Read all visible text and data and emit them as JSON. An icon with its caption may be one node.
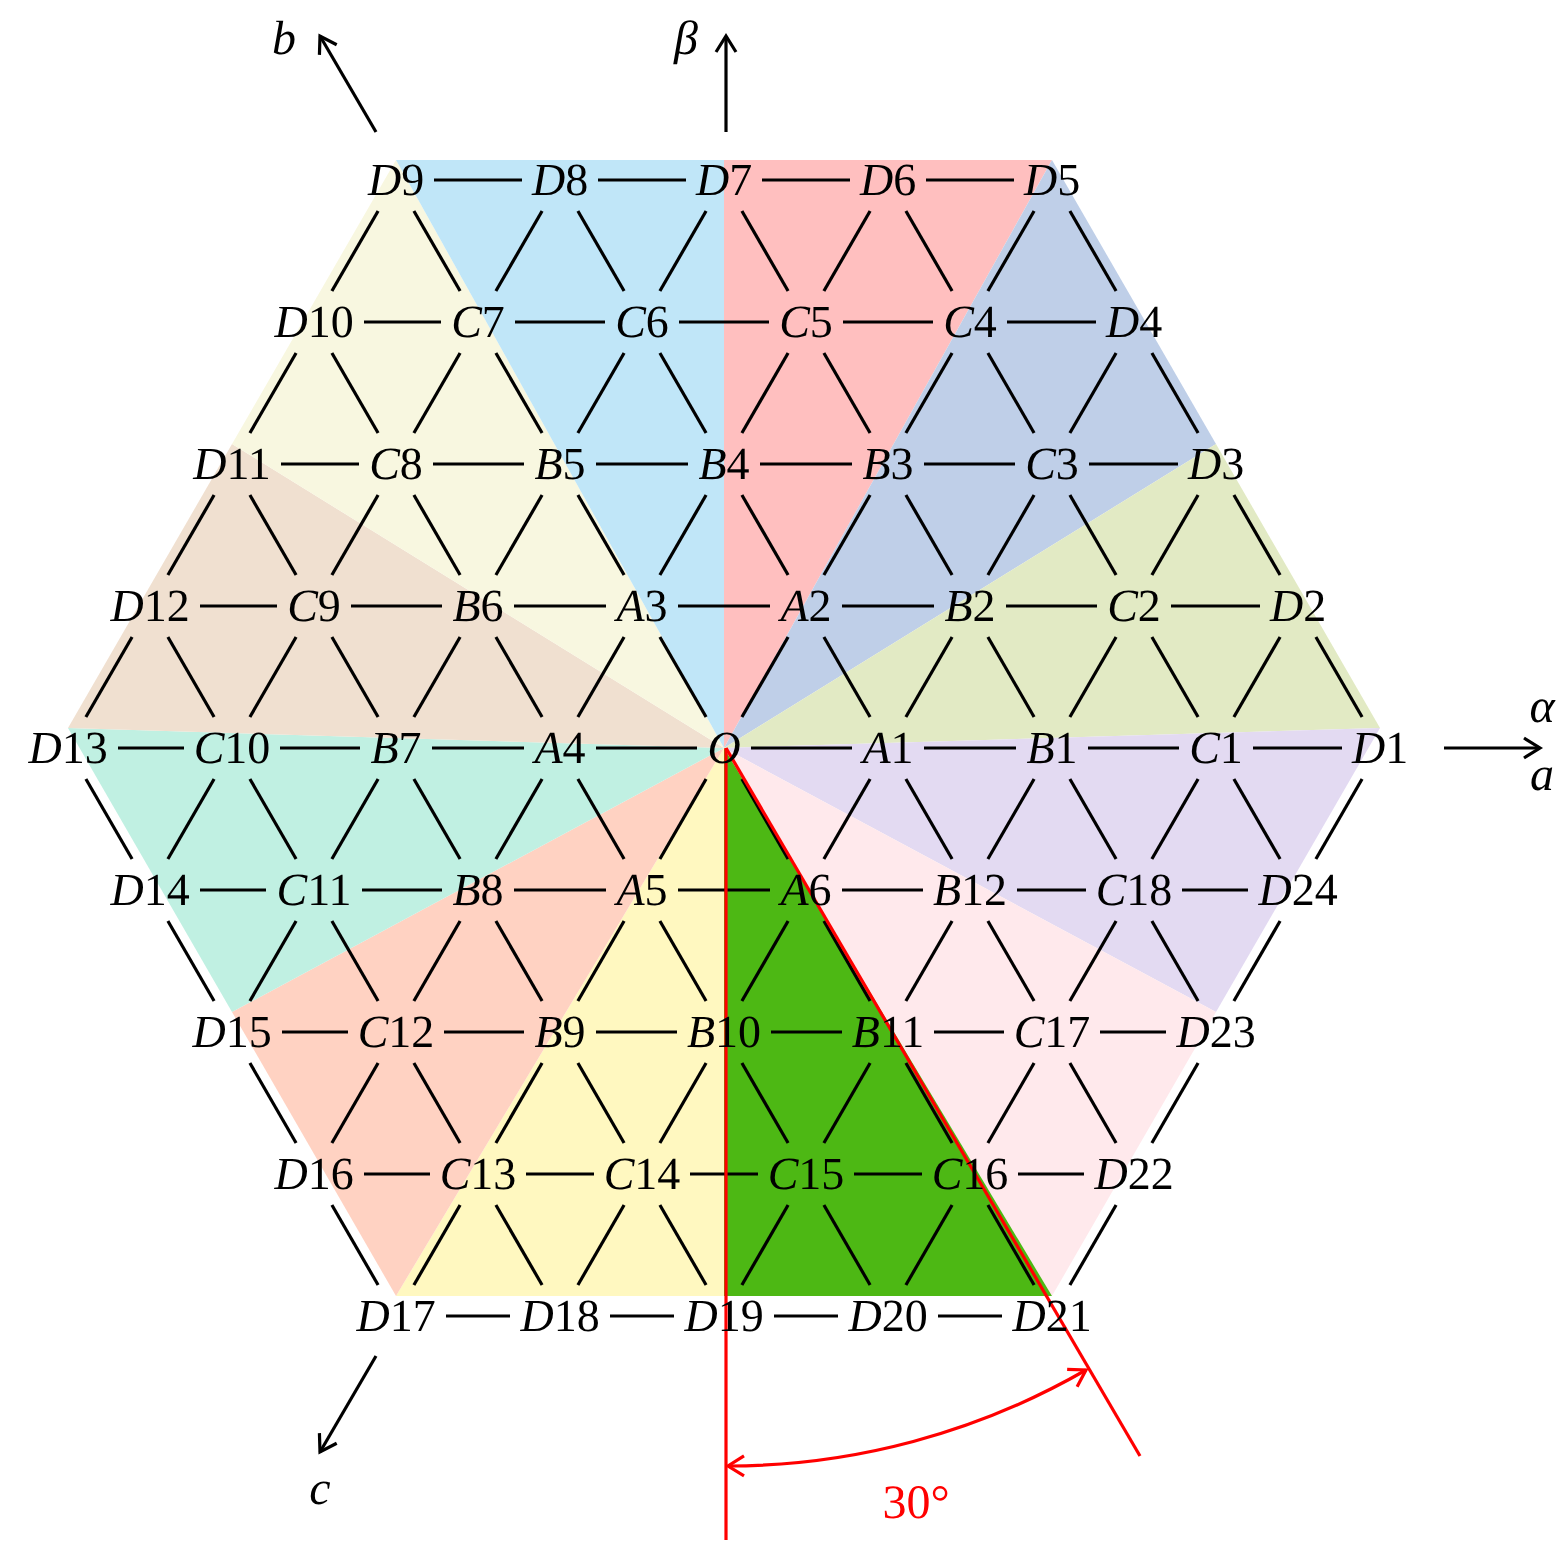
{
  "diagram": {
    "nodes": [
      {
        "text": [
          "D9"
        ]
      },
      {
        "text": [
          "D8"
        ]
      },
      {
        "text": [
          "D7"
        ]
      },
      {
        "text": [
          "D6"
        ]
      },
      {
        "text": [
          "D5"
        ]
      },
      {
        "text": [
          "D10"
        ]
      },
      {
        "text": [
          "C7"
        ]
      },
      {
        "text": [
          "C6"
        ]
      },
      {
        "text": [
          "C5"
        ]
      },
      {
        "text": [
          "C4"
        ]
      },
      {
        "text": [
          "D4"
        ]
      },
      {
        "text": [
          "D11"
        ]
      },
      {
        "text": [
          "C8"
        ]
      },
      {
        "text": [
          "B5"
        ]
      },
      {
        "text": [
          "B4"
        ]
      },
      {
        "text": [
          "B3"
        ]
      },
      {
        "text": [
          "C3"
        ]
      },
      {
        "text": [
          "D3"
        ]
      },
      {
        "text": [
          "D12"
        ]
      },
      {
        "text": [
          "C9"
        ]
      },
      {
        "text": [
          "B6"
        ]
      },
      {
        "text": [
          "A3"
        ]
      },
      {
        "text": [
          "A2"
        ]
      },
      {
        "text": [
          "B2"
        ]
      },
      {
        "text": [
          "C2"
        ]
      },
      {
        "text": [
          "D2"
        ]
      },
      {
        "text": [
          "D13"
        ]
      },
      {
        "text": [
          "C10"
        ]
      },
      {
        "text": [
          "B7"
        ]
      },
      {
        "text": [
          "A4"
        ]
      },
      {
        "text": [
          "O"
        ]
      },
      {
        "text": [
          "A1"
        ]
      },
      {
        "text": [
          "B1"
        ]
      },
      {
        "text": [
          "C1"
        ]
      },
      {
        "text": [
          "D1"
        ]
      },
      {
        "text": [
          "D14"
        ]
      },
      {
        "text": [
          "C11"
        ]
      },
      {
        "text": [
          "B8"
        ]
      },
      {
        "text": [
          "A5"
        ]
      },
      {
        "text": [
          "A6"
        ]
      },
      {
        "text": [
          "B12"
        ]
      },
      {
        "text": [
          "C18"
        ]
      },
      {
        "text": [
          "D24"
        ]
      },
      {
        "text": [
          "D15"
        ]
      },
      {
        "text": [
          "C12"
        ]
      },
      {
        "text": [
          "B9"
        ]
      },
      {
        "text": [
          "B10"
        ]
      },
      {
        "text": [
          "B11"
        ]
      },
      {
        "text": [
          "C17"
        ]
      },
      {
        "text": [
          "D23"
        ]
      },
      {
        "text": [
          "D16"
        ]
      },
      {
        "text": [
          "C13"
        ]
      },
      {
        "text": [
          "C14"
        ]
      },
      {
        "text": [
          "C15"
        ]
      },
      {
        "text": [
          "C16"
        ]
      },
      {
        "text": [
          "D22"
        ]
      },
      {
        "text": [
          "D17"
        ]
      },
      {
        "text": [
          "D18"
        ]
      },
      {
        "text": [
          "D19"
        ]
      },
      {
        "text": [
          "D20"
        ]
      },
      {
        "text": [
          "D21"
        ]
      }
    ],
    "edges": [
      {
        "from": 0,
        "to": 1,
        "arrow": "none"
      },
      {
        "from": 1,
        "to": 2,
        "arrow": "none"
      },
      {
        "from": 2,
        "to": 3,
        "arrow": "none"
      },
      {
        "from": 3,
        "to": 4,
        "arrow": "none"
      },
      {
        "from": 0,
        "to": 5,
        "arrow": "none"
      },
      {
        "from": 0,
        "to": 6,
        "arrow": "none"
      },
      {
        "from": 1,
        "to": 6,
        "arrow": "none"
      },
      {
        "from": 1,
        "to": 7,
        "arrow": "none"
      },
      {
        "from": 2,
        "to": 7,
        "arrow": "none"
      },
      {
        "from": 2,
        "to": 8,
        "arrow": "none"
      },
      {
        "from": 3,
        "to": 8,
        "arrow": "none"
      },
      {
        "from": 3,
        "to": 9,
        "arrow": "none"
      },
      {
        "from": 4,
        "to": 9,
        "arrow": "none"
      },
      {
        "from": 4,
        "to": 10,
        "arrow": "none"
      },
      {
        "from": 5,
        "to": 6,
        "arrow": "none"
      },
      {
        "from": 6,
        "to": 7,
        "arrow": "none"
      },
      {
        "from": 7,
        "to": 8,
        "arrow": "none"
      },
      {
        "from": 8,
        "to": 9,
        "arrow": "none"
      },
      {
        "from": 9,
        "to": 10,
        "arrow": "none"
      },
      {
        "from": 5,
        "to": 11,
        "arrow": "none"
      },
      {
        "from": 5,
        "to": 12,
        "arrow": "none"
      },
      {
        "from": 6,
        "to": 12,
        "arrow": "none"
      },
      {
        "from": 6,
        "to": 13,
        "arrow": "none"
      },
      {
        "from": 7,
        "to": 13,
        "arrow": "none"
      },
      {
        "from": 7,
        "to": 14,
        "arrow": "none"
      },
      {
        "from": 8,
        "to": 14,
        "arrow": "none"
      },
      {
        "from": 8,
        "to": 15,
        "arrow": "none"
      },
      {
        "from": 9,
        "to": 15,
        "arrow": "none"
      },
      {
        "from": 9,
        "to": 16,
        "arrow": "none"
      },
      {
        "from": 10,
        "to": 16,
        "arrow": "none"
      },
      {
        "from": 10,
        "to": 17,
        "arrow": "none"
      },
      {
        "from": 11,
        "to": 12,
        "arrow": "none"
      },
      {
        "from": 12,
        "to": 13,
        "arrow": "none"
      },
      {
        "from": 13,
        "to": 14,
        "arrow": "none"
      },
      {
        "from": 14,
        "to": 15,
        "arrow": "none"
      },
      {
        "from": 15,
        "to": 16,
        "arrow": "none"
      },
      {
        "from": 16,
        "to": 17,
        "arrow": "none"
      },
      {
        "from": 11,
        "to": 18,
        "arrow": "none"
      },
      {
        "from": 11,
        "to": 19,
        "arrow": "none"
      },
      {
        "from": 12,
        "to": 19,
        "arrow": "none"
      },
      {
        "from": 12,
        "to": 20,
        "arrow": "none"
      },
      {
        "from": 13,
        "to": 20,
        "arrow": "none"
      },
      {
        "from": 13,
        "to": 21,
        "arrow": "none"
      },
      {
        "from": 14,
        "to": 21,
        "arrow": "none"
      },
      {
        "from": 14,
        "to": 22,
        "arrow": "none"
      },
      {
        "from": 15,
        "to": 22,
        "arrow": "none"
      },
      {
        "from": 15,
        "to": 23,
        "arrow": "none"
      },
      {
        "from": 16,
        "to": 23,
        "arrow": "none"
      },
      {
        "from": 16,
        "to": 24,
        "arrow": "none"
      },
      {
        "from": 17,
        "to": 24,
        "arrow": "none"
      },
      {
        "from": 17,
        "to": 25,
        "arrow": "none"
      },
      {
        "from": 18,
        "to": 19,
        "arrow": "none"
      },
      {
        "from": 19,
        "to": 20,
        "arrow": "none"
      },
      {
        "from": 20,
        "to": 21,
        "arrow": "none"
      },
      {
        "from": 21,
        "to": 22,
        "arrow": "none"
      },
      {
        "from": 22,
        "to": 23,
        "arrow": "none"
      },
      {
        "from": 23,
        "to": 24,
        "arrow": "none"
      },
      {
        "from": 24,
        "to": 25,
        "arrow": "none"
      },
      {
        "from": 18,
        "to": 26,
        "arrow": "none"
      },
      {
        "from": 18,
        "to": 27,
        "arrow": "none"
      },
      {
        "from": 19,
        "to": 27,
        "arrow": "none"
      },
      {
        "from": 19,
        "to": 28,
        "arrow": "none"
      },
      {
        "from": 20,
        "to": 28,
        "arrow": "none"
      },
      {
        "from": 20,
        "to": 29,
        "arrow": "none"
      },
      {
        "from": 21,
        "to": 29,
        "arrow": "none"
      },
      {
        "from": 21,
        "to": 30,
        "arrow": "none"
      },
      {
        "from": 22,
        "to": 30,
        "arrow": "none"
      },
      {
        "from": 22,
        "to": 31,
        "arrow": "none"
      },
      {
        "from": 23,
        "to": 31,
        "arrow": "none"
      },
      {
        "from": 23,
        "to": 32,
        "arrow": "none"
      },
      {
        "from": 24,
        "to": 32,
        "arrow": "none"
      },
      {
        "from": 24,
        "to": 33,
        "arrow": "none"
      },
      {
        "from": 25,
        "to": 33,
        "arrow": "none"
      },
      {
        "from": 25,
        "to": 34,
        "arrow": "none"
      },
      {
        "from": 26,
        "to": 27,
        "arrow": "none"
      },
      {
        "from": 27,
        "to": 28,
        "arrow": "none"
      },
      {
        "from": 28,
        "to": 29,
        "arrow": "none"
      },
      {
        "from": 29,
        "to": 30,
        "arrow": "none"
      },
      {
        "from": 30,
        "to": 31,
        "arrow": "none"
      },
      {
        "from": 31,
        "to": 32,
        "arrow": "none"
      },
      {
        "from": 32,
        "to": 33,
        "arrow": "none"
      },
      {
        "from": 33,
        "to": 34,
        "arrow": "none"
      },
      {
        "from": 26,
        "to": 35,
        "arrow": "none"
      },
      {
        "from": 27,
        "to": 35,
        "arrow": "none"
      },
      {
        "from": 27,
        "to": 36,
        "arrow": "none"
      },
      {
        "from": 28,
        "to": 36,
        "arrow": "none"
      },
      {
        "from": 28,
        "to": 37,
        "arrow": "none"
      },
      {
        "from": 29,
        "to": 37,
        "arrow": "none"
      },
      {
        "from": 29,
        "to": 38,
        "arrow": "none"
      },
      {
        "from": 30,
        "to": 38,
        "arrow": "none"
      },
      {
        "from": 30,
        "to": 39,
        "arrow": "none"
      },
      {
        "from": 31,
        "to": 39,
        "arrow": "none"
      },
      {
        "from": 31,
        "to": 40,
        "arrow": "none"
      },
      {
        "from": 32,
        "to": 40,
        "arrow": "none"
      },
      {
        "from": 32,
        "to": 41,
        "arrow": "none"
      },
      {
        "from": 33,
        "to": 41,
        "arrow": "none"
      },
      {
        "from": 33,
        "to": 42,
        "arrow": "none"
      },
      {
        "from": 34,
        "to": 42,
        "arrow": "none"
      },
      {
        "from": 35,
        "to": 36,
        "arrow": "none"
      },
      {
        "from": 36,
        "to": 37,
        "arrow": "none"
      },
      {
        "from": 37,
        "to": 38,
        "arrow": "none"
      },
      {
        "from": 38,
        "to": 39,
        "arrow": "none"
      },
      {
        "from": 39,
        "to": 40,
        "arrow": "none"
      },
      {
        "from": 40,
        "to": 41,
        "arrow": "none"
      },
      {
        "from": 41,
        "to": 42,
        "arrow": "none"
      },
      {
        "from": 35,
        "to": 43,
        "arrow": "none"
      },
      {
        "from": 36,
        "to": 43,
        "arrow": "none"
      },
      {
        "from": 36,
        "to": 44,
        "arrow": "none"
      },
      {
        "from": 37,
        "to": 44,
        "arrow": "none"
      },
      {
        "from": 37,
        "to": 45,
        "arrow": "none"
      },
      {
        "from": 38,
        "to": 45,
        "arrow": "none"
      },
      {
        "from": 38,
        "to": 46,
        "arrow": "none"
      },
      {
        "from": 39,
        "to": 46,
        "arrow": "none"
      },
      {
        "from": 39,
        "to": 47,
        "arrow": "none"
      },
      {
        "from": 40,
        "to": 47,
        "arrow": "none"
      },
      {
        "from": 40,
        "to": 48,
        "arrow": "none"
      },
      {
        "from": 41,
        "to": 48,
        "arrow": "none"
      },
      {
        "from": 41,
        "to": 49,
        "arrow": "none"
      },
      {
        "from": 42,
        "to": 49,
        "arrow": "none"
      },
      {
        "from": 43,
        "to": 44,
        "arrow": "none"
      },
      {
        "from": 44,
        "to": 45,
        "arrow": "none"
      },
      {
        "from": 45,
        "to": 46,
        "arrow": "none"
      },
      {
        "from": 46,
        "to": 47,
        "arrow": "none"
      },
      {
        "from": 47,
        "to": 48,
        "arrow": "none"
      },
      {
        "from": 48,
        "to": 49,
        "arrow": "none"
      },
      {
        "from": 43,
        "to": 50,
        "arrow": "none"
      },
      {
        "from": 44,
        "to": 50,
        "arrow": "none"
      },
      {
        "from": 44,
        "to": 51,
        "arrow": "none"
      },
      {
        "from": 45,
        "to": 51,
        "arrow": "none"
      },
      {
        "from": 45,
        "to": 52,
        "arrow": "none"
      },
      {
        "from": 46,
        "to": 52,
        "arrow": "none"
      },
      {
        "from": 46,
        "to": 53,
        "arrow": "none"
      },
      {
        "from": 47,
        "to": 53,
        "arrow": "none"
      },
      {
        "from": 47,
        "to": 54,
        "arrow": "none"
      },
      {
        "from": 48,
        "to": 54,
        "arrow": "none"
      },
      {
        "from": 48,
        "to": 55,
        "arrow": "none"
      },
      {
        "from": 49,
        "to": 55,
        "arrow": "none"
      },
      {
        "from": 50,
        "to": 51,
        "arrow": "none"
      },
      {
        "from": 51,
        "to": 52,
        "arrow": "none"
      },
      {
        "from": 52,
        "to": 53,
        "arrow": "none"
      },
      {
        "from": 53,
        "to": 54,
        "arrow": "none"
      },
      {
        "from": 54,
        "to": 55,
        "arrow": "none"
      },
      {
        "from": 50,
        "to": 56,
        "arrow": "none"
      },
      {
        "from": 51,
        "to": 56,
        "arrow": "none"
      },
      {
        "from": 51,
        "to": 57,
        "arrow": "none"
      },
      {
        "from": 52,
        "to": 57,
        "arrow": "none"
      },
      {
        "from": 52,
        "to": 58,
        "arrow": "none"
      },
      {
        "from": 53,
        "to": 58,
        "arrow": "none"
      },
      {
        "from": 53,
        "to": 59,
        "arrow": "none"
      },
      {
        "from": 54,
        "to": 59,
        "arrow": "none"
      },
      {
        "from": 54,
        "to": 60,
        "arrow": "none"
      },
      {
        "from": 55,
        "to": 60,
        "arrow": "none"
      },
      {
        "from": 56,
        "to": 57,
        "arrow": "none"
      },
      {
        "from": 57,
        "to": 58,
        "arrow": "none"
      },
      {
        "from": 58,
        "to": 59,
        "arrow": "none"
      },
      {
        "from": 59,
        "to": 60,
        "arrow": "none"
      }
    ],
    "labels": [
      "b",
      "β",
      "α",
      "a",
      "c",
      "30°"
    ]
  }
}
